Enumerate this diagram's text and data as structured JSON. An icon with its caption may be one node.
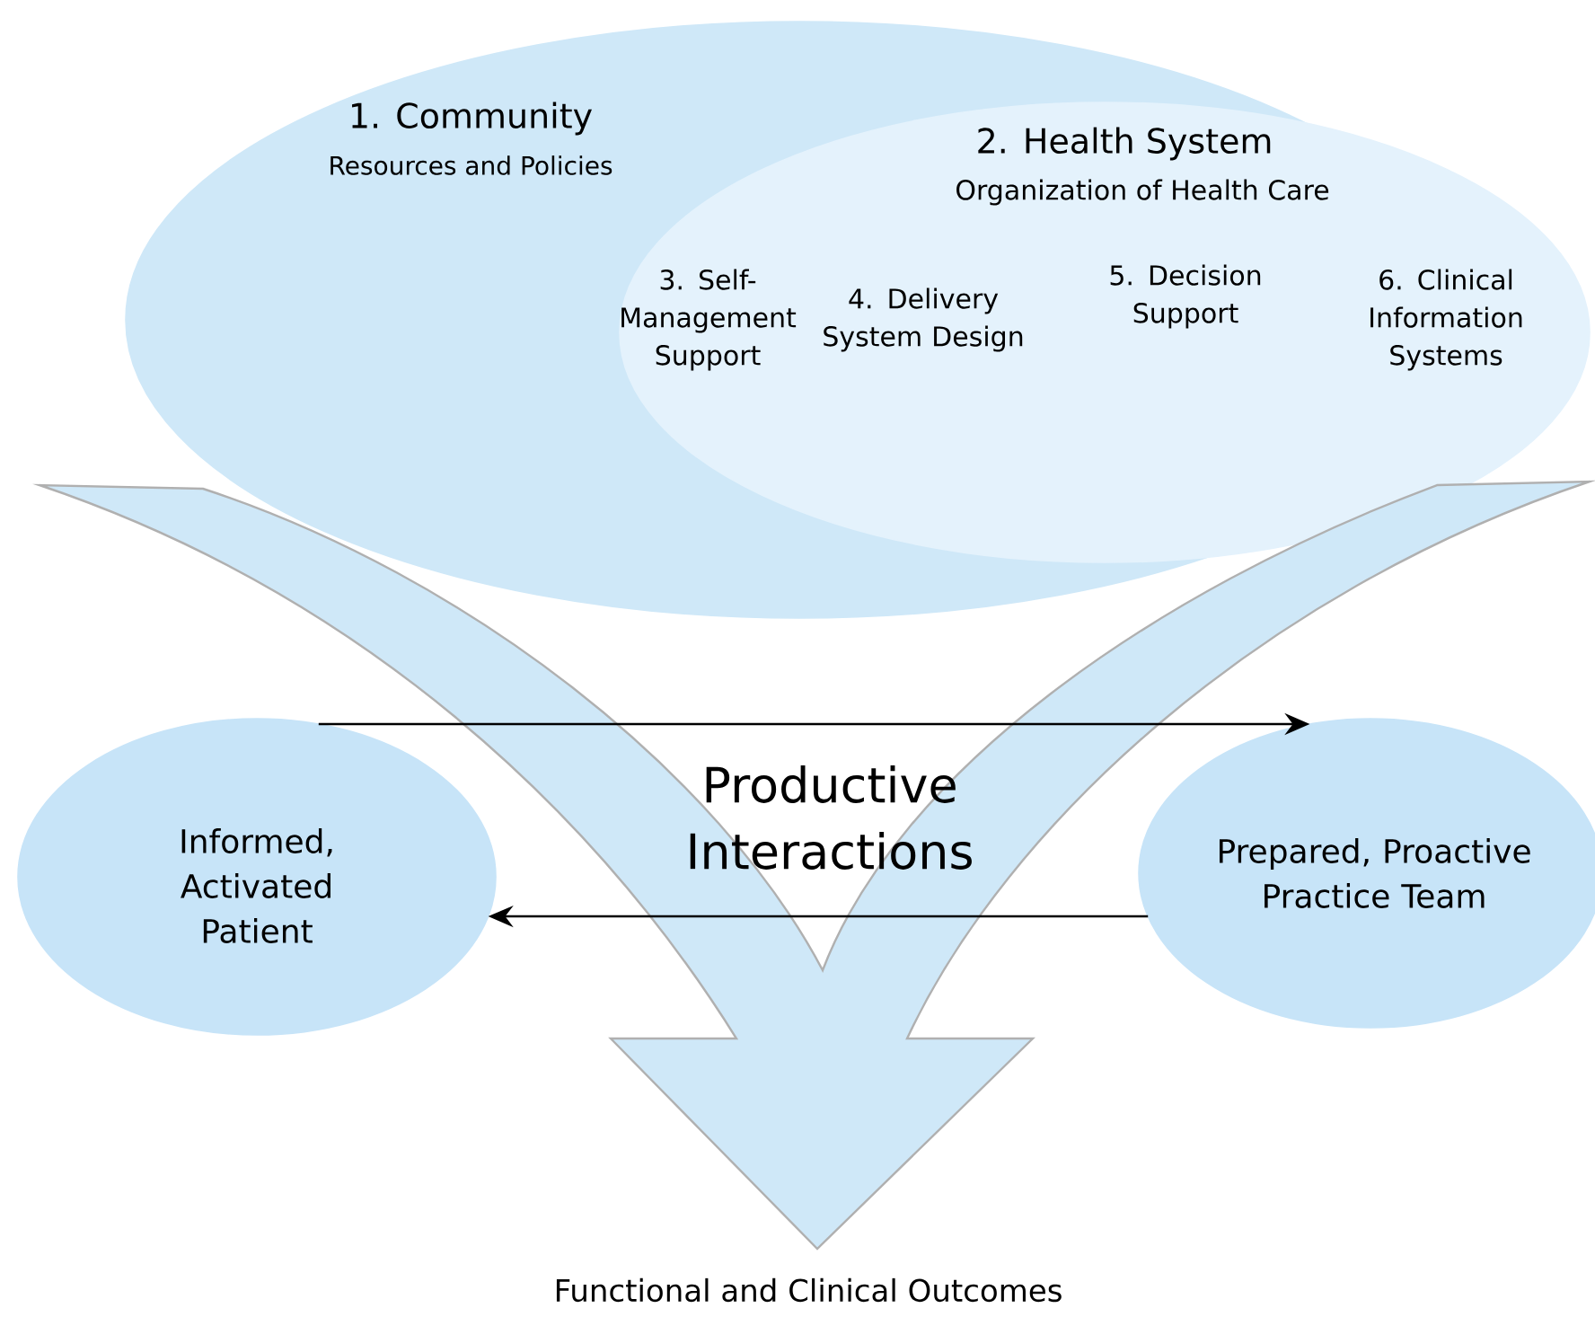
{
  "diagram": {
    "nodes": [
      {
        "text": [
          "1. Community",
          "Resources and Policies"
        ]
      },
      {
        "text": [
          "2. Health System",
          "Organization of Health Care",
          "3. Self-Management Support",
          "4. Delivery System Design",
          "5. Decision Support",
          "6. Clinical Information Systems"
        ],
        "in": 0
      },
      {
        "text": [
          "Productive Interactions"
        ]
      },
      {
        "text": [
          "Informed, Activated Patient"
        ]
      },
      {
        "text": [
          "Prepared, Proactive Practice Team"
        ]
      }
    ],
    "edges": [
      {
        "from": 3,
        "to": 4,
        "arrow": "to"
      },
      {
        "from": 4,
        "to": 3,
        "arrow": "to"
      }
    ],
    "labels": [
      "Functional and Clinical Outcomes"
    ]
  }
}
